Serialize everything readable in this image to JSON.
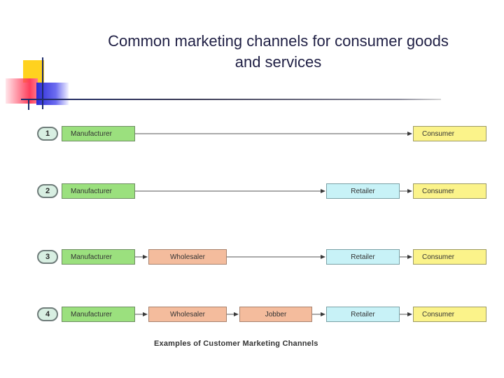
{
  "title_line1": "Common marketing channels for consumer goods",
  "title_line2": "and services",
  "caption": "Examples of Customer Marketing Channels",
  "colors": {
    "manufacturer": "#9be07e",
    "consumer": "#fbf38a",
    "retailer": "#c8f2f7",
    "wholesaler": "#f4bc9d",
    "jobber": "#f4bc9d"
  },
  "channels": [
    {
      "number": "1",
      "nodes": [
        "Manufacturer",
        "Consumer"
      ]
    },
    {
      "number": "2",
      "nodes": [
        "Manufacturer",
        "Retailer",
        "Consumer"
      ]
    },
    {
      "number": "3",
      "nodes": [
        "Manufacturer",
        "Wholesaler",
        "Retailer",
        "Consumer"
      ]
    },
    {
      "number": "4",
      "nodes": [
        "Manufacturer",
        "Wholesaler",
        "Jobber",
        "Retailer",
        "Consumer"
      ]
    }
  ]
}
